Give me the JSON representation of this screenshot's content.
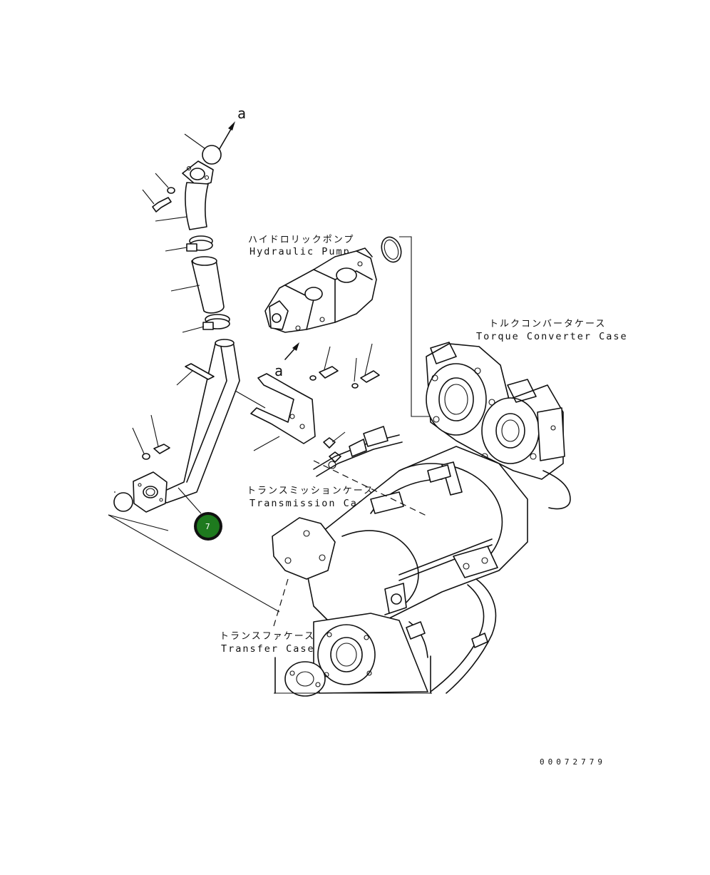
{
  "labels": {
    "hydraulic_pump_jp": "ハイドロリックポンプ",
    "hydraulic_pump_en": "Hydraulic Pump",
    "torque_converter_jp": "トルクコンバータケース",
    "torque_converter_en": "Torque Converter Case",
    "transmission_jp": "トランスミッションケース",
    "transmission_en": "Transmission Case",
    "transfer_jp": "トランスファケース",
    "transfer_en": "Transfer Case"
  },
  "reference_markers": {
    "top": "a",
    "pump": "a"
  },
  "callout": {
    "number": "7",
    "color": "#1e7a1e"
  },
  "drawing_number": "00072779"
}
